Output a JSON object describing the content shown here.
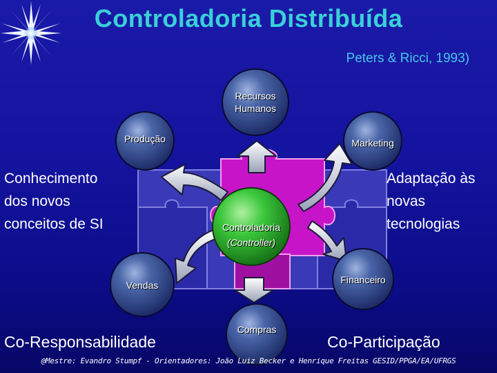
{
  "title": "Controladoria Distribuída",
  "citation": "Peters & Ricci, 1993)",
  "left_note": [
    "Conhecimento",
    "dos novos",
    "conceitos de SI"
  ],
  "right_note": [
    "Adaptação às",
    "novas",
    "tecnologias"
  ],
  "nodes": {
    "rh": [
      "Recursos",
      "Humanos"
    ],
    "producao": "Produção",
    "marketing": "Marketing",
    "vendas": "Vendas",
    "financeiro": "Financeiro",
    "compras": "Compras",
    "center": [
      "Controladoria",
      "(Controller)"
    ]
  },
  "bottom_left": "Co-Responsabilidade",
  "bottom_right": "Co-Participação",
  "footer": "@Mestre: Evandro Stumpf - Orientadores: João Luiz Becker e Henrique Freitas GESID/PPGA/EA/UFRGS",
  "colors": {
    "background": "#1414a0",
    "title": "#3ad0d8",
    "center_node": "#3cc83c",
    "puzzle": "#c814c8",
    "node": "#3c5a9a"
  }
}
